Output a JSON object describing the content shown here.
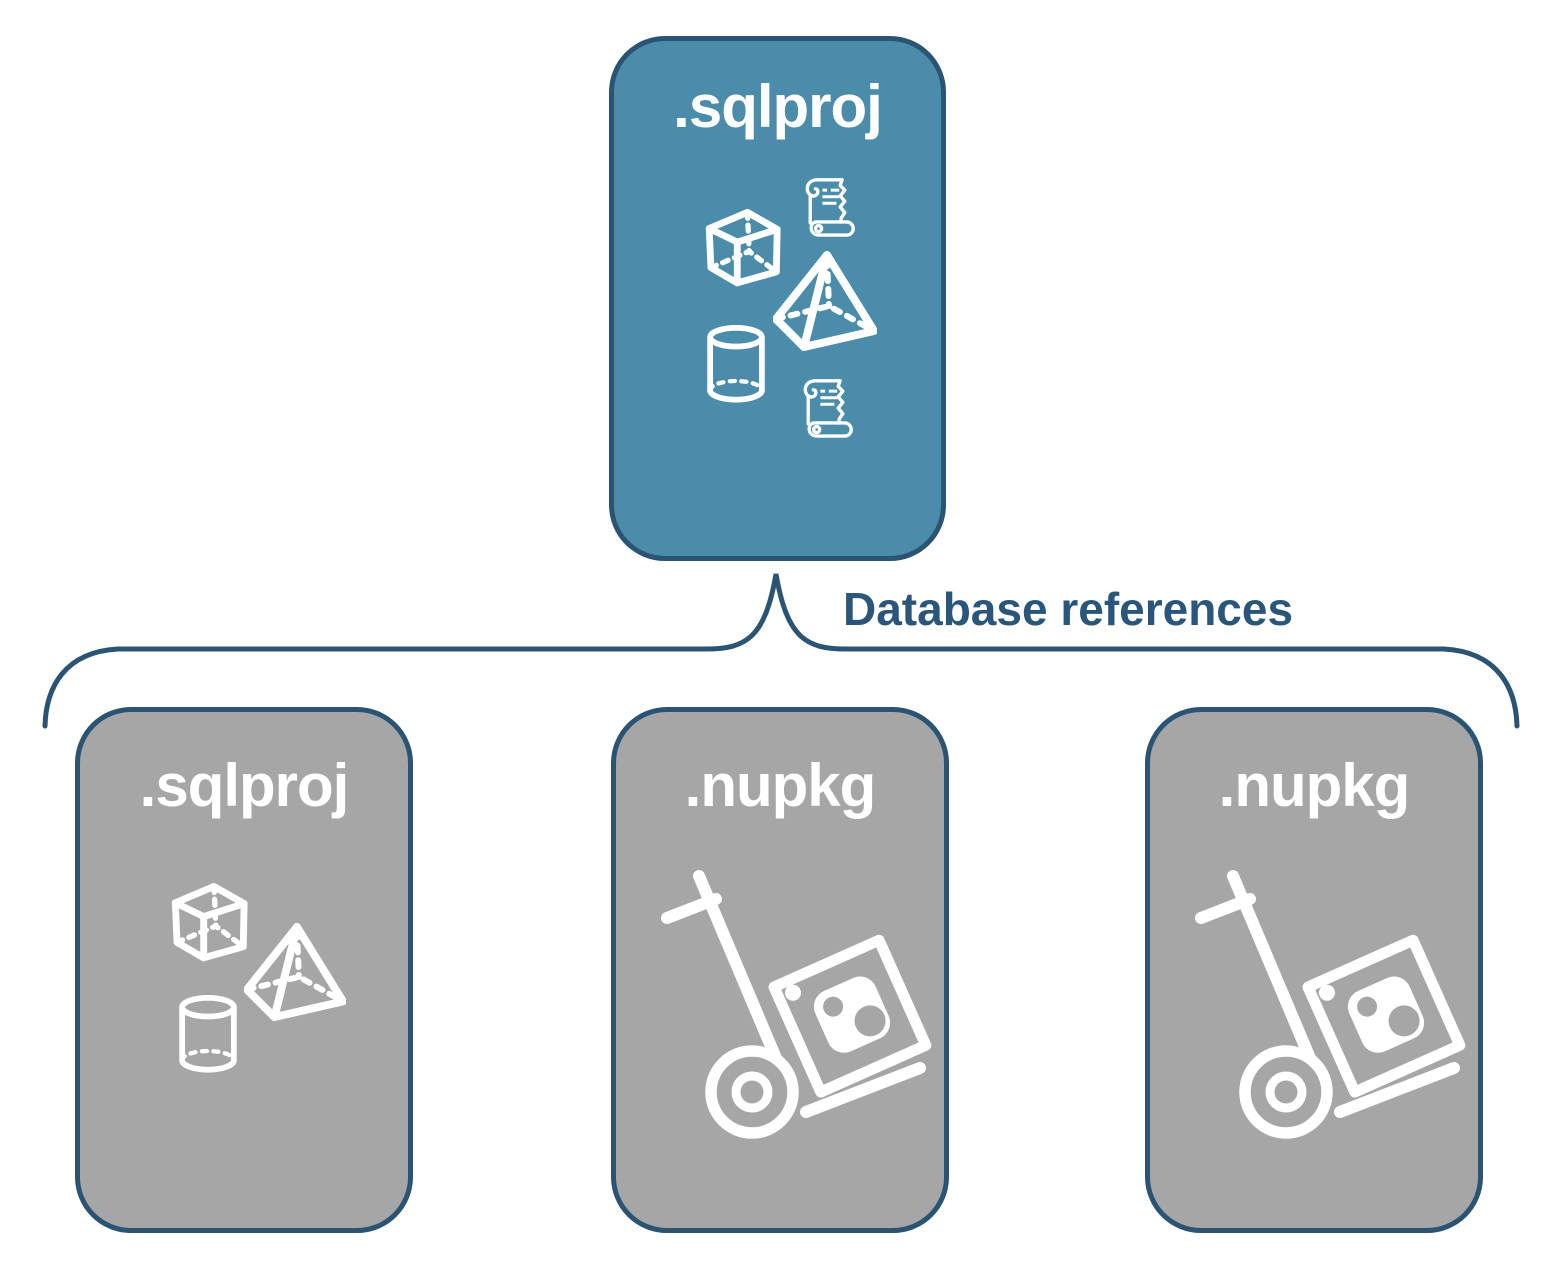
{
  "diagram": {
    "root_card": {
      "label": ".sqlproj",
      "icons": [
        "cube-icon",
        "scroll-icon",
        "pyramid-icon",
        "cylinder-icon",
        "scroll-icon"
      ]
    },
    "edge_label": "Database references",
    "child_cards": [
      {
        "label": ".sqlproj",
        "icons": [
          "cube-icon",
          "pyramid-icon",
          "cylinder-icon"
        ]
      },
      {
        "label": ".nupkg",
        "icons": [
          "nuget-handtruck-icon"
        ]
      },
      {
        "label": ".nupkg",
        "icons": [
          "nuget-handtruck-icon"
        ]
      }
    ],
    "colors": {
      "root_fill": "#4a8caa",
      "child_fill": "#a6a6a6",
      "outline": "#2b5474",
      "edge_label_color": "#2a567c",
      "icon_color": "#ffffff",
      "background": "#ffffff"
    }
  }
}
